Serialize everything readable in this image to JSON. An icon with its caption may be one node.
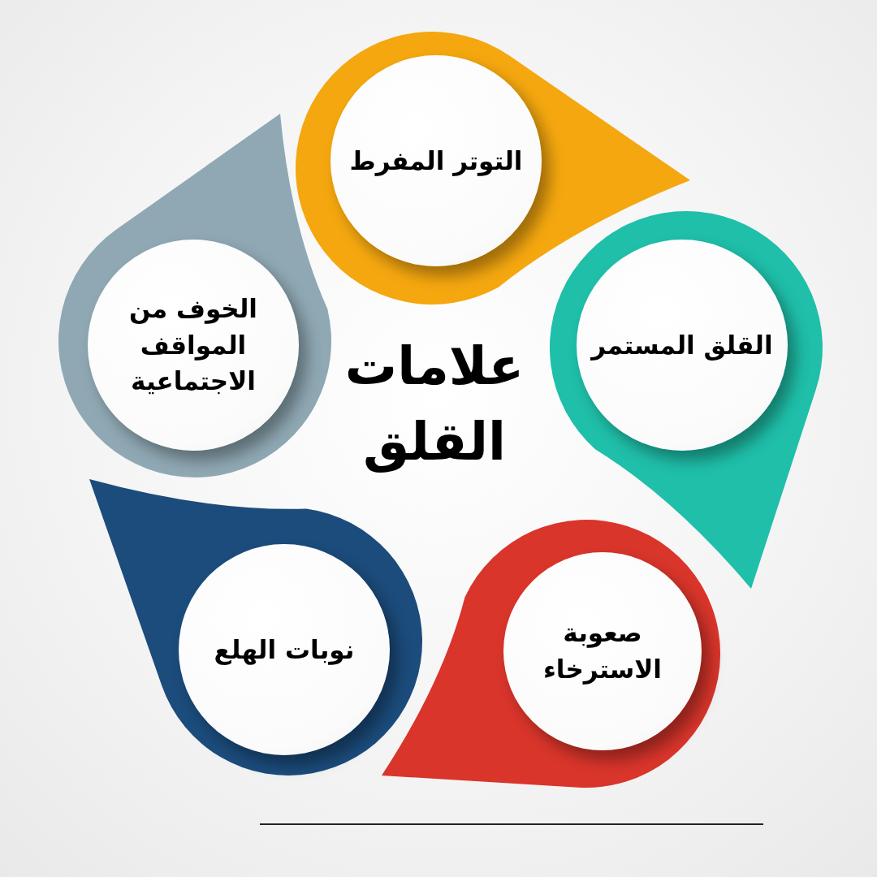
{
  "diagram": {
    "title": "علامات القلق",
    "nodes": [
      {
        "text": [
          "التوتر المفرط"
        ]
      },
      {
        "text": [
          "القلق المستمر"
        ]
      },
      {
        "text": [
          "صعوبة الاسترخاء"
        ]
      },
      {
        "text": [
          "نوبات الهلع"
        ]
      },
      {
        "text": [
          "الخوف من المواقف الاجتماعية"
        ]
      }
    ]
  }
}
